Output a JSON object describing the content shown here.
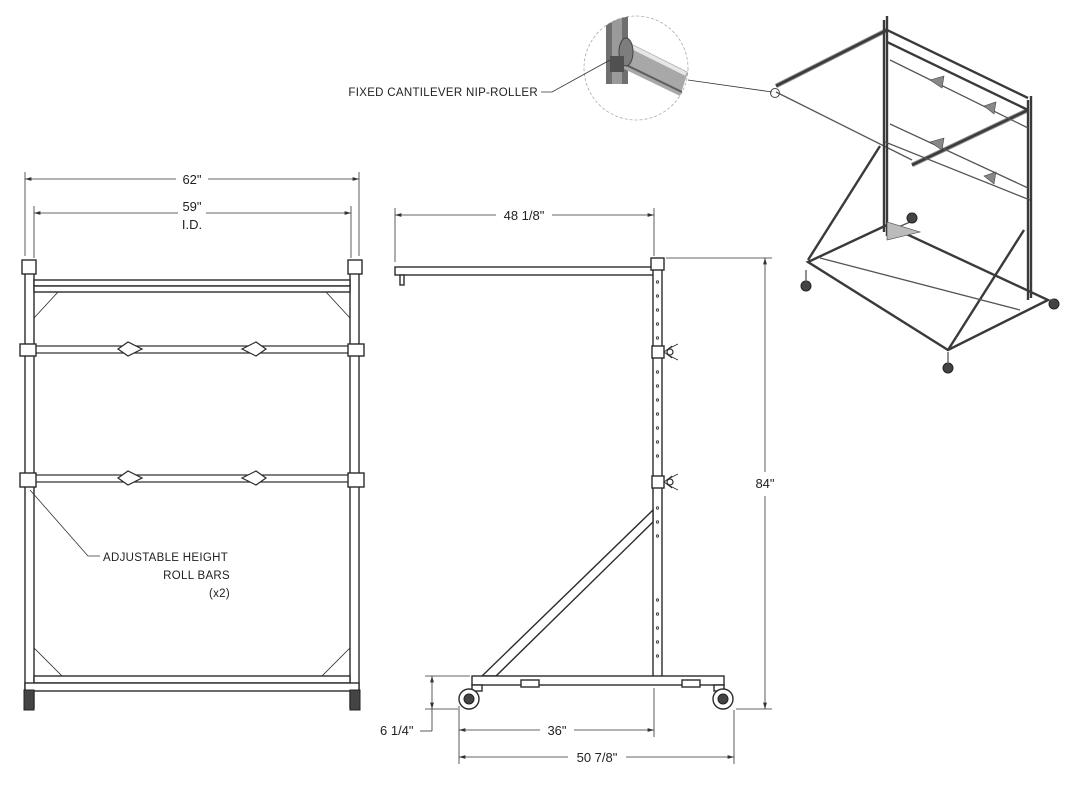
{
  "dimensions": {
    "overall_width": "62\"",
    "inner_width": "59\"",
    "inner_width_note": "I.D.",
    "arm_length": "48 1/8\"",
    "overall_height": "84\"",
    "base_height": "6 1/4\"",
    "wheel_base": "36\"",
    "overall_depth": "50 7/8\""
  },
  "notes": {
    "nip_roller": "FIXED CANTILEVER NIP-ROLLER",
    "roll_bars_line1": "ADJUSTABLE HEIGHT",
    "roll_bars_line2": "ROLL BARS",
    "roll_bars_line3": "(x2)"
  },
  "colors": {
    "line": "#2b2b2b",
    "iso_frame": "#555555",
    "detail_roller": "#9a9a9a"
  }
}
